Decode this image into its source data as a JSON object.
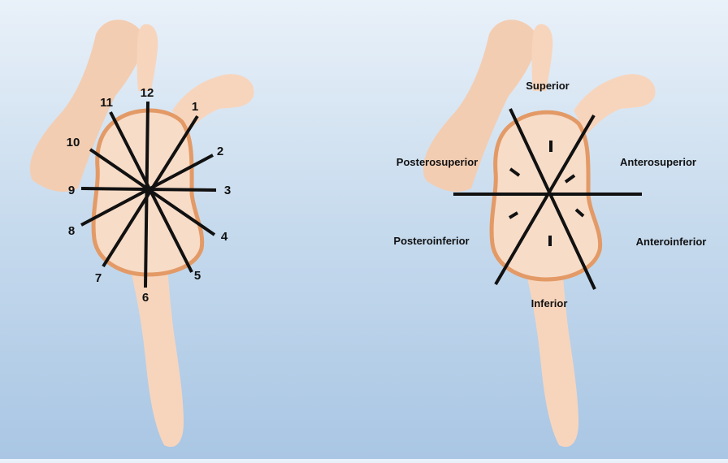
{
  "left_panel": {
    "clock_labels": [
      "12",
      "1",
      "2",
      "3",
      "4",
      "5",
      "6",
      "7",
      "8",
      "9",
      "10",
      "11"
    ]
  },
  "right_panel": {
    "labels": {
      "superior": "Superior",
      "anterosuperior": "Anterosuperior",
      "anteroinferior": "Anteroinferior",
      "inferior": "Inferior",
      "posteroinferior": "Posteroinferior",
      "posterosuperior": "Posterosuperior"
    }
  },
  "colors": {
    "bone": "#f7d5bd",
    "glenoid_outline": "#e39a66",
    "lines": "#111111"
  }
}
